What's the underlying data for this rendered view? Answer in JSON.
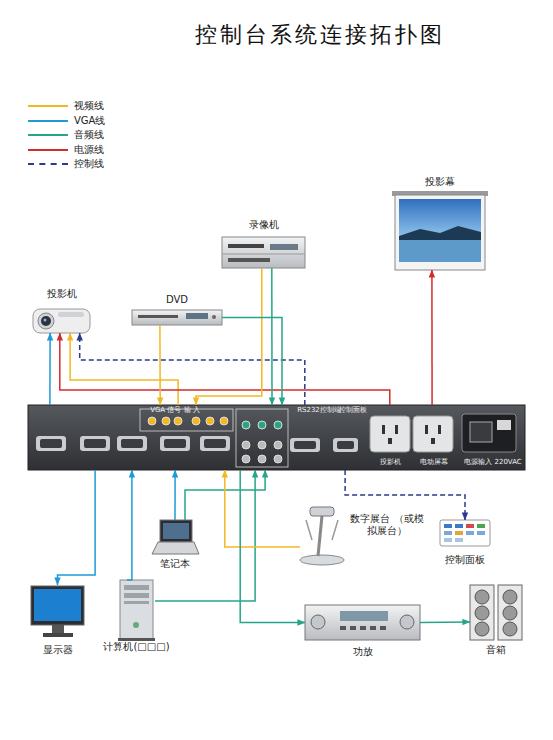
{
  "diagram": {
    "title": "控制台系统连接拓扑图",
    "nodes": [
      {
        "text": [
          "投影幕"
        ]
      },
      {
        "text": [
          "录像机"
        ]
      },
      {
        "text": [
          "DVD"
        ]
      },
      {
        "text": [
          "投影机"
        ]
      },
      {
        "text": [
          "VGA 信号 输 入",
          "RS232控制端",
          "控制面板",
          "投影机",
          "电动屏幕",
          "电源输入 220VAC"
        ]
      },
      {
        "text": [
          "数字展台 （或模拟展台）"
        ]
      },
      {
        "text": [
          "笔记本"
        ]
      },
      {
        "text": [
          "控制面板"
        ]
      },
      {
        "text": [
          "显示器"
        ]
      },
      {
        "text": [
          "计算机(□□□)"
        ]
      },
      {
        "text": [
          "功放"
        ]
      },
      {
        "text": [
          "音箱"
        ]
      }
    ],
    "edges": [
      {
        "from": 4,
        "to": 3,
        "arrow": "to"
      },
      {
        "from": 4,
        "to": 3,
        "arrow": "to"
      },
      {
        "from": 4,
        "to": 3,
        "arrow": "to"
      },
      {
        "from": 4,
        "to": 3,
        "arrow": "to"
      },
      {
        "from": 4,
        "to": 0,
        "arrow": "to"
      },
      {
        "from": 1,
        "to": 4,
        "arrow": "to"
      },
      {
        "from": 1,
        "to": 4,
        "arrow": "to"
      },
      {
        "from": 2,
        "to": 4,
        "arrow": "to"
      },
      {
        "from": 2,
        "to": 4,
        "arrow": "to"
      },
      {
        "from": 4,
        "to": 8,
        "arrow": "to"
      },
      {
        "from": 9,
        "to": 4,
        "arrow": "to"
      },
      {
        "from": 9,
        "to": 4,
        "arrow": "to"
      },
      {
        "from": 6,
        "to": 4,
        "arrow": "to"
      },
      {
        "from": 6,
        "to": 4,
        "arrow": "to"
      },
      {
        "from": 5,
        "to": 4,
        "arrow": "to"
      },
      {
        "from": 4,
        "to": 7,
        "arrow": "to"
      },
      {
        "from": 4,
        "to": 10,
        "arrow": "to"
      },
      {
        "from": 10,
        "to": 11,
        "arrow": "to"
      }
    ],
    "legend": [
      {
        "text": "视频线",
        "color": "#f2b824"
      },
      {
        "text": "VGA线",
        "color": "#1f9ad6"
      },
      {
        "text": "音频线",
        "color": "#26a688"
      },
      {
        "text": "电源线",
        "color": "#d22c2c"
      },
      {
        "text": "控制线",
        "color": "#2b3990"
      }
    ]
  }
}
